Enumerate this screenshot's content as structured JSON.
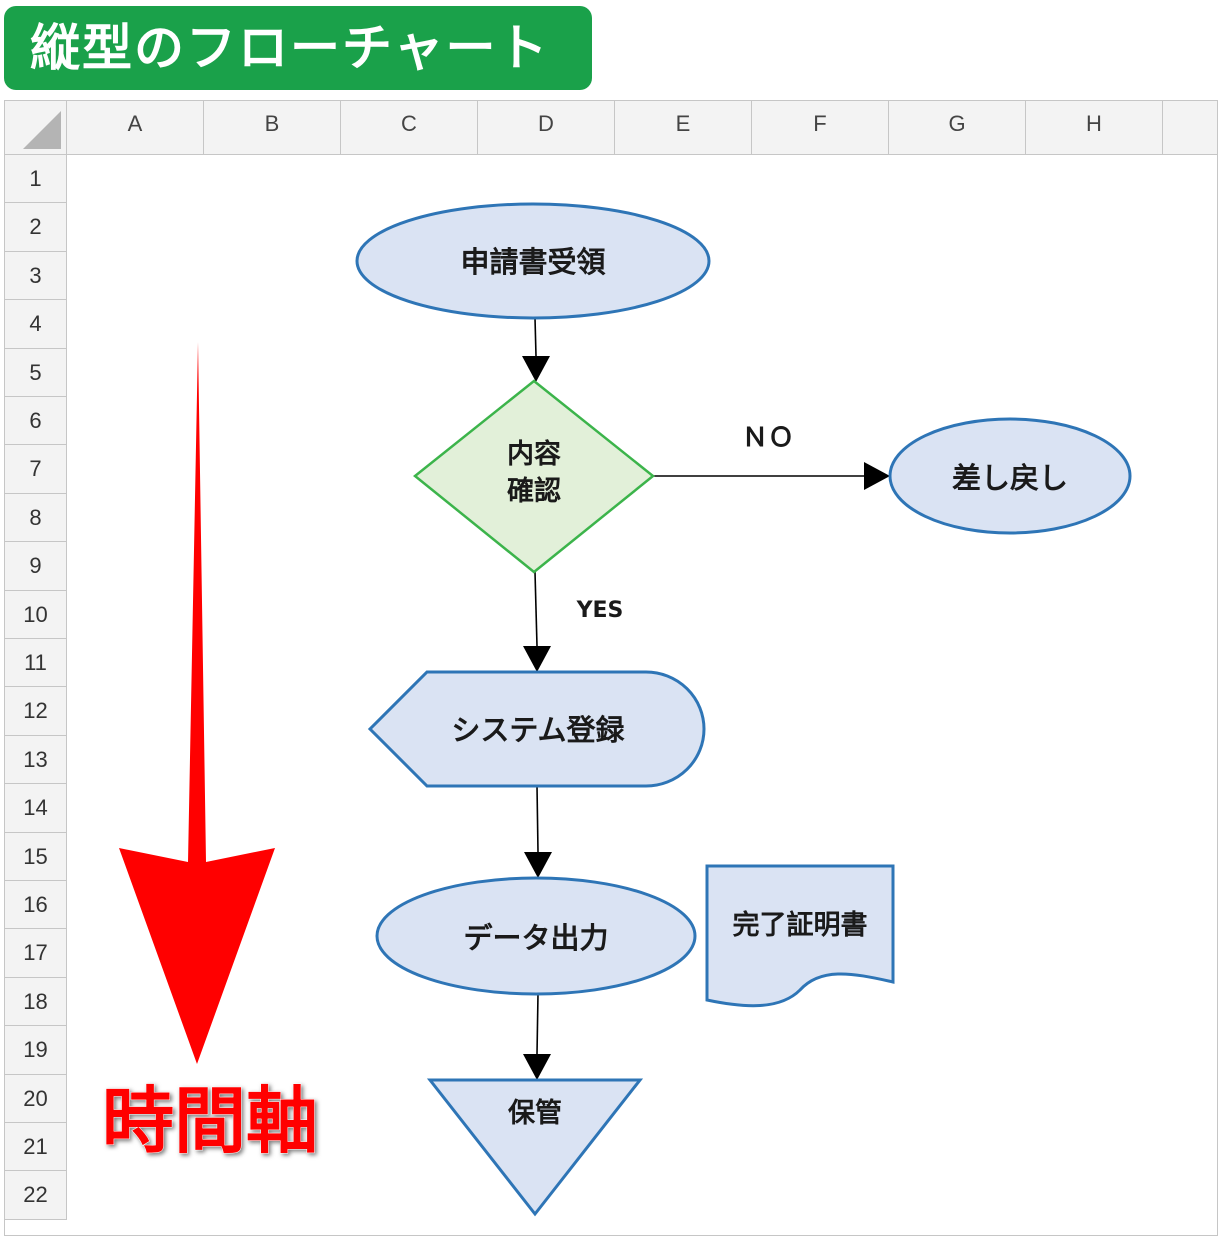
{
  "title": "縦型のフローチャート",
  "columns": [
    "A",
    "B",
    "C",
    "D",
    "E",
    "F",
    "G",
    "H"
  ],
  "rows": [
    "1",
    "2",
    "3",
    "4",
    "5",
    "6",
    "7",
    "8",
    "9",
    "10",
    "11",
    "12",
    "13",
    "14",
    "15",
    "16",
    "17",
    "18",
    "19",
    "20",
    "21",
    "22"
  ],
  "nodes": {
    "receive": "申請書受領",
    "check_line1": "内容",
    "check_line2": "確認",
    "reject": "差し戻し",
    "register": "システム登録",
    "output": "データ出力",
    "certificate": "完了証明書",
    "storage": "保管"
  },
  "edge_labels": {
    "no": "ＮＯ",
    "yes": "YES"
  },
  "time_axis_label": "時間軸",
  "colors": {
    "title_bg": "#1aa14a",
    "shape_fill": "#dae3f3",
    "shape_stroke": "#2e75b6",
    "decision_fill": "#e2f0d9",
    "decision_stroke": "#3cb44b",
    "time_arrow": "#ff0000"
  }
}
